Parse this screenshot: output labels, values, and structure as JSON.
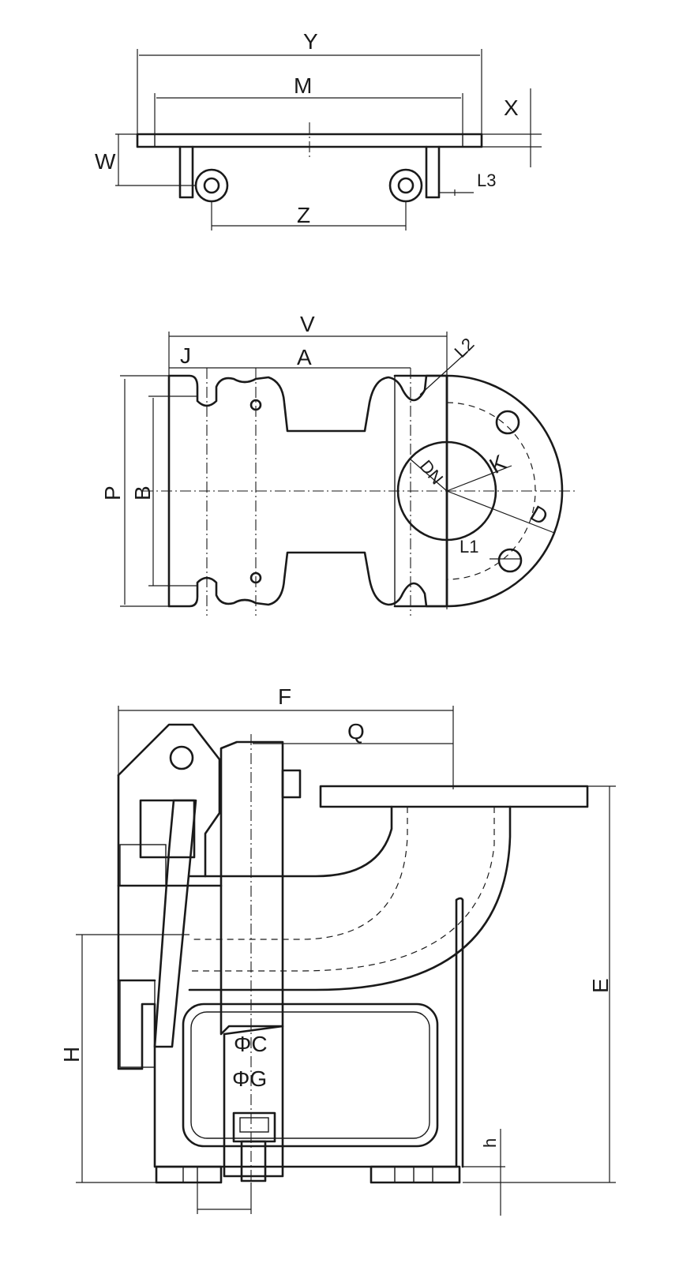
{
  "top_view": {
    "Y": "Y",
    "M": "M",
    "X": "X",
    "W": "W",
    "Z": "Z",
    "L3": "L3"
  },
  "middle_view": {
    "V": "V",
    "J": "J",
    "A": "A",
    "L2": "L2",
    "P": "P",
    "B": "B",
    "DN": "DN",
    "K": "K",
    "D": "D",
    "L1": "L1"
  },
  "bottom_view": {
    "F": "F",
    "Q": "Q",
    "E": "E",
    "H": "H",
    "h": "h",
    "C": "ΦC",
    "G": "ΦG"
  }
}
